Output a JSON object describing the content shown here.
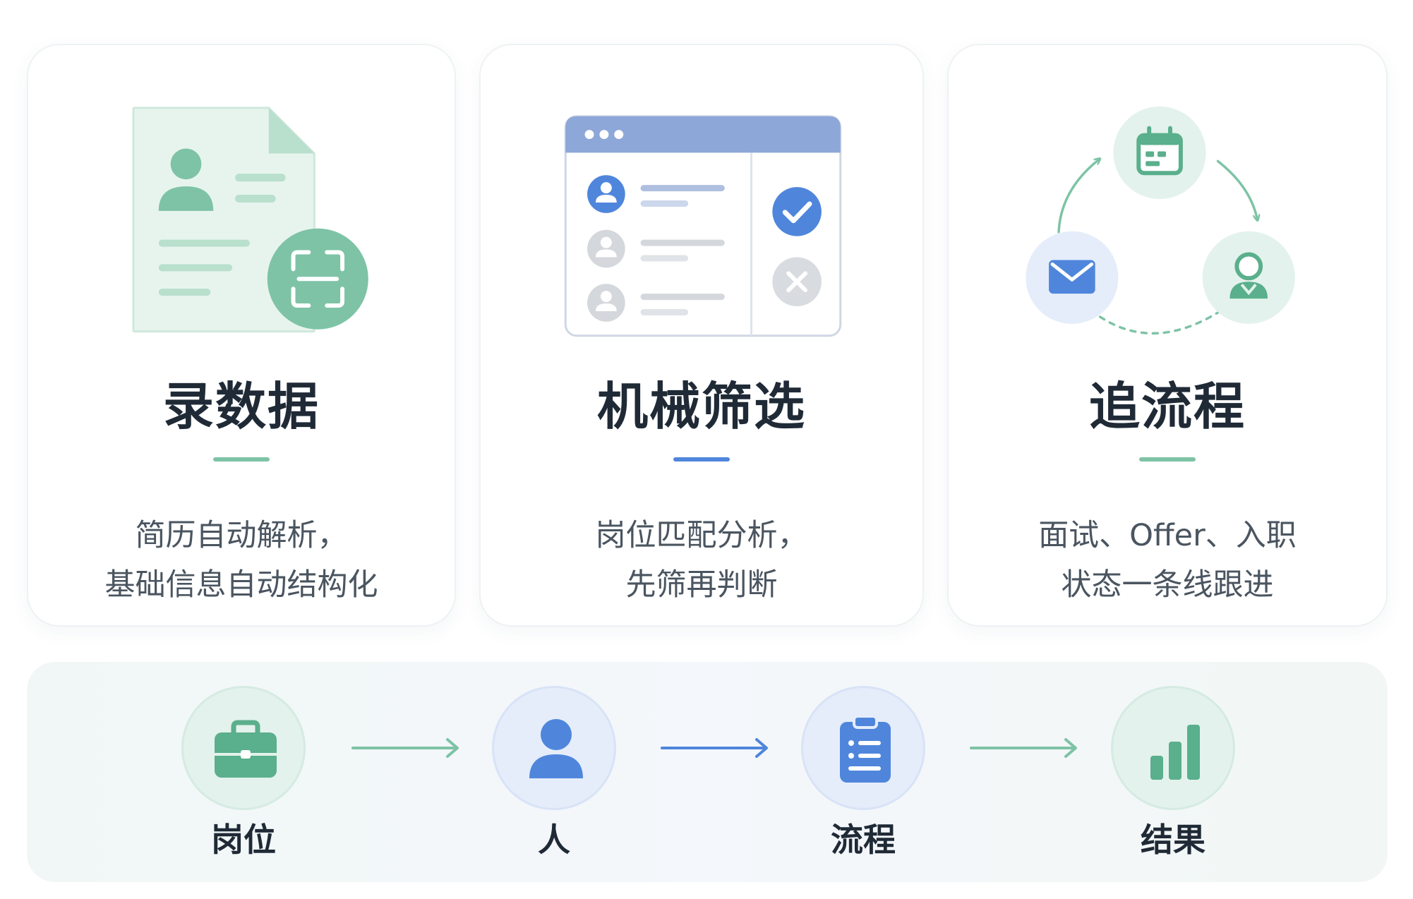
{
  "colors": {
    "green": "#7ec3a6",
    "green_dark": "#5aaf8c",
    "green_light": "#e3f2ec",
    "blue": "#4f86dc",
    "blue_light": "#e5edfa",
    "title": "#1f2a36",
    "text": "#4a5560",
    "gray": "#c8cdd2"
  },
  "cards": [
    {
      "title": "录数据",
      "desc": [
        "简历自动解析，",
        "基础信息自动结构化"
      ],
      "accent": "#7ec3a6",
      "icons": [
        "resume-document-icon",
        "scan-icon"
      ]
    },
    {
      "title": "机械筛选",
      "desc": [
        "岗位匹配分析，",
        "先筛再判断"
      ],
      "accent": "#4f86dc",
      "icons": [
        "browser-window-icon",
        "checkmark-icon",
        "cross-icon"
      ]
    },
    {
      "title": "追流程",
      "desc": [
        "面试、Offer、入职",
        "状态一条线跟进"
      ],
      "accent": "#7ec3a6",
      "icons": [
        "calendar-icon",
        "person-icon",
        "mail-icon"
      ]
    }
  ],
  "flow": {
    "steps": [
      {
        "label": "岗位",
        "icon": "briefcase-icon",
        "color": "#5aaf8c"
      },
      {
        "label": "人",
        "icon": "person-icon",
        "color": "#4f86dc"
      },
      {
        "label": "流程",
        "icon": "clipboard-icon",
        "color": "#4f86dc"
      },
      {
        "label": "结果",
        "icon": "bar-chart-icon",
        "color": "#5aaf8c"
      }
    ]
  }
}
